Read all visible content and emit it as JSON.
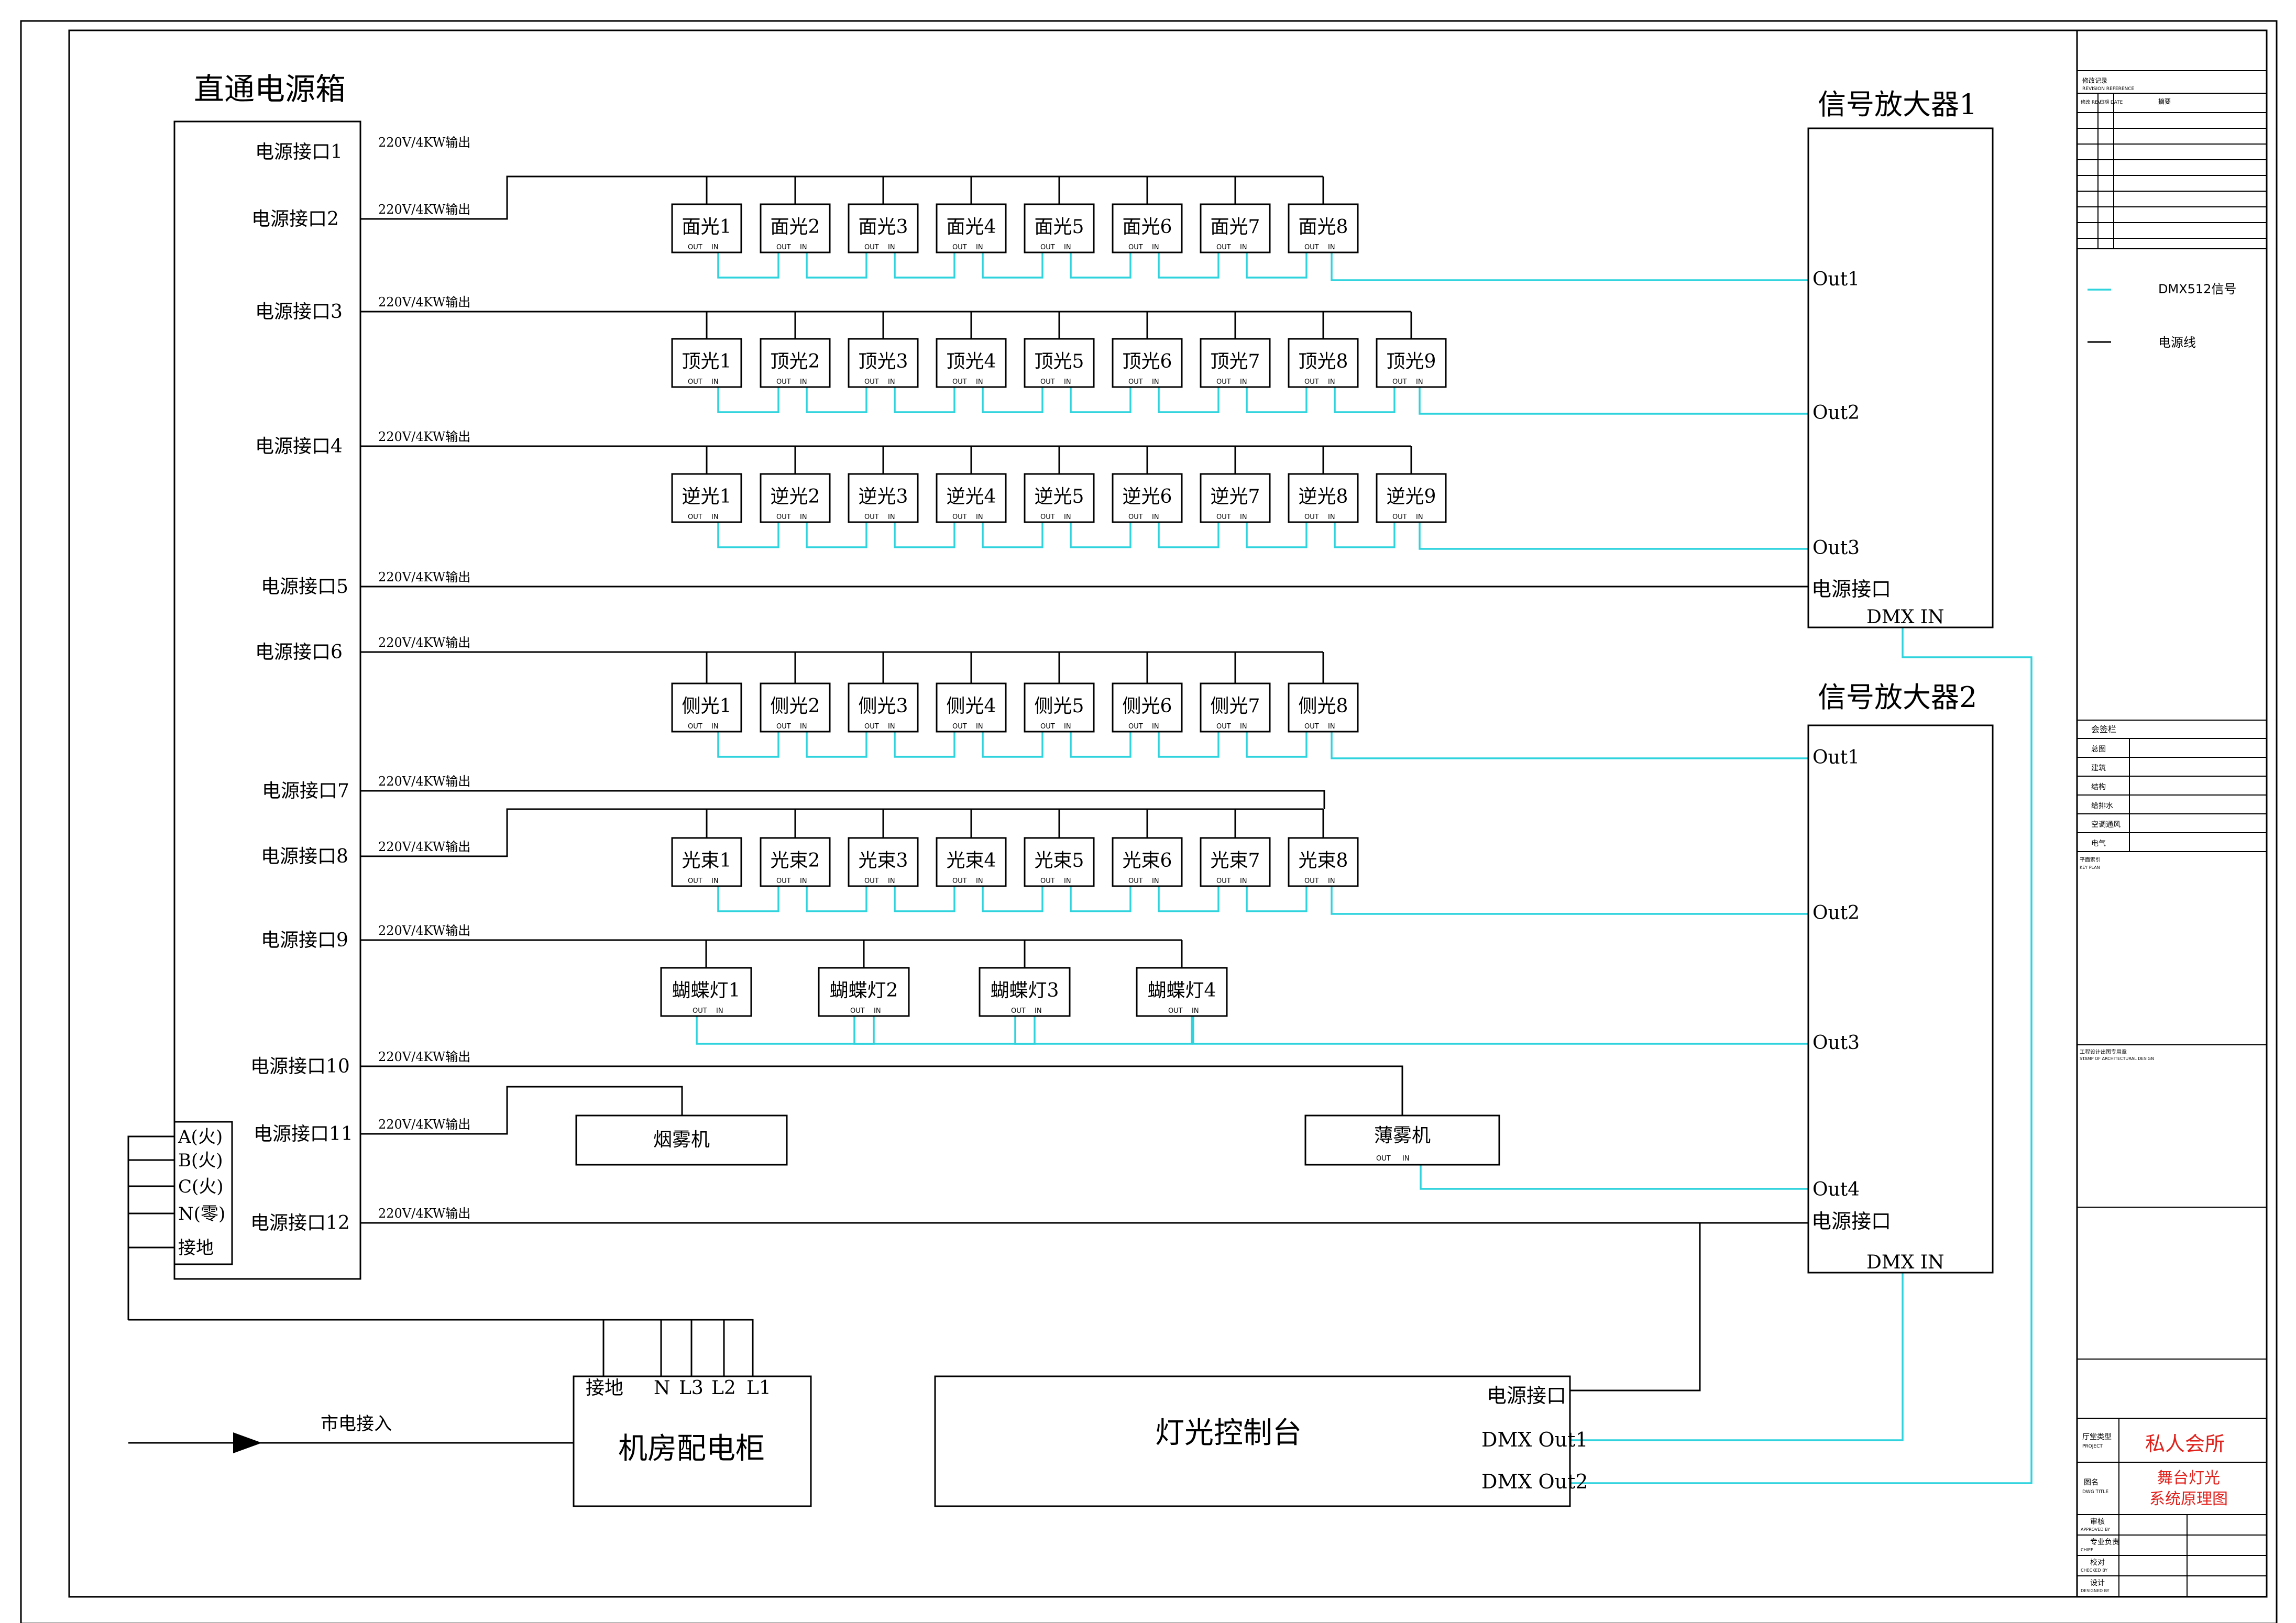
{
  "power_box": {
    "title": "直通电源箱",
    "ports": [
      "电源接口1",
      "电源接口2",
      "电源接口3",
      "电源接口4",
      "电源接口5",
      "电源接口6",
      "电源接口7",
      "电源接口8",
      "电源接口9",
      "电源接口10",
      "电源接口11",
      "电源接口12"
    ],
    "output_label": "220V/4KW输出",
    "terminals": [
      "A(火)",
      "B(火)",
      "C(火)",
      "N(零)",
      "接地"
    ]
  },
  "amplifier1": {
    "title": "信号放大器1",
    "outs": [
      "Out1",
      "Out2",
      "Out3"
    ],
    "power": "电源接口",
    "dmx_in": "DMX IN"
  },
  "amplifier2": {
    "title": "信号放大器2",
    "outs": [
      "Out1",
      "Out2",
      "Out3",
      "Out4"
    ],
    "power": "电源接口",
    "dmx_in": "DMX IN"
  },
  "fixtures": {
    "face": [
      "面光1",
      "面光2",
      "面光3",
      "面光4",
      "面光5",
      "面光6",
      "面光7",
      "面光8"
    ],
    "top": [
      "顶光1",
      "顶光2",
      "顶光3",
      "顶光4",
      "顶光5",
      "顶光6",
      "顶光7",
      "顶光8",
      "顶光9"
    ],
    "back": [
      "逆光1",
      "逆光2",
      "逆光3",
      "逆光4",
      "逆光5",
      "逆光6",
      "逆光7",
      "逆光8",
      "逆光9"
    ],
    "side": [
      "侧光1",
      "侧光2",
      "侧光3",
      "侧光4",
      "侧光5",
      "侧光6",
      "侧光7",
      "侧光8"
    ],
    "beam": [
      "光束1",
      "光束2",
      "光束3",
      "光束4",
      "光束5",
      "光束6",
      "光束7",
      "光束8"
    ],
    "butterfly": [
      "蝴蝶灯1",
      "蝴蝶灯2",
      "蝴蝶灯3",
      "蝴蝶灯4"
    ],
    "port_out": "OUT",
    "port_in": "IN"
  },
  "fog": {
    "smoke": "烟雾机",
    "haze": "薄雾机"
  },
  "cabinet": {
    "title": "机房配电柜",
    "terminals": [
      "接地",
      "N",
      "L3",
      "L2",
      "L1"
    ],
    "mains": "市电接入"
  },
  "console": {
    "title": "灯光控制台",
    "power": "电源接口",
    "dmx_out1": "DMX Out1",
    "dmx_out2": "DMX Out2"
  },
  "legend": {
    "signal": "DMX512信号",
    "power": "电源线",
    "signal_color": "#2ed3dd",
    "power_color": "#000000"
  },
  "title_block": {
    "revision_header": "修改记录",
    "revision_sub": "REVISION REFERENCE",
    "rev_cols": [
      "修改 REV",
      "日期 DATE",
      "摘要"
    ],
    "sign_header": "会签栏",
    "sign_rows": [
      "总图",
      "建筑",
      "结构",
      "给排水",
      "空调通风",
      "电气"
    ],
    "key_plan": "平面索引",
    "key_plan_en": "KEY PLAN",
    "stamp": "工程设计出图专用章",
    "stamp_en": "STAMP OF ARCHITECTURAL DESIGN",
    "project_label": "厅堂类型",
    "project_label_en": "PROJECT",
    "project": "私人会所",
    "drawing_label": "图名",
    "drawing_label_en": "DWG TITLE",
    "drawing_title_1": "舞台灯光",
    "drawing_title_2": "系统原理图",
    "roles": [
      "审核",
      "专业负责",
      "校对",
      "设计"
    ],
    "roles_en": [
      "APPROVED BY",
      "CHIEF",
      "CHECKED BY",
      "DESIGNED BY"
    ],
    "title_color": "#e0211c"
  }
}
